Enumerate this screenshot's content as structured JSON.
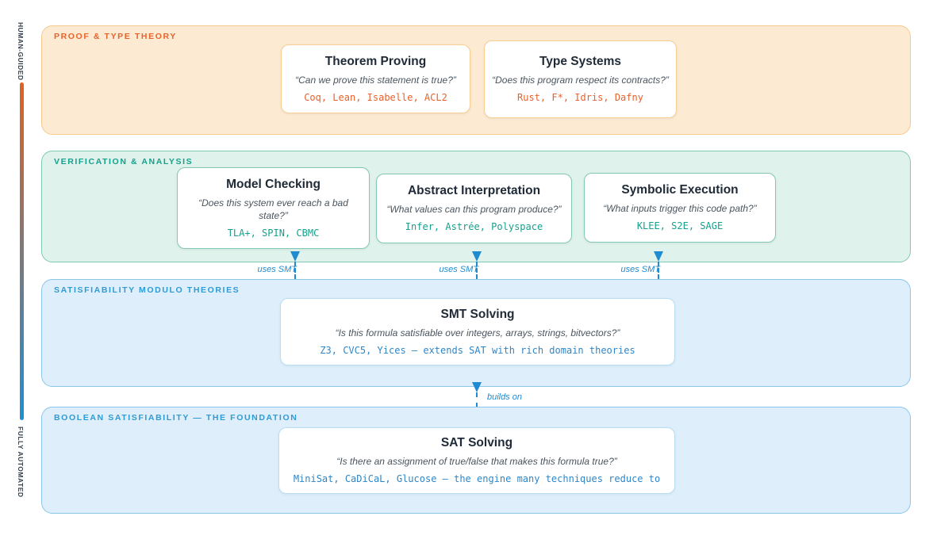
{
  "sidebar": {
    "top_label": "HUMAN-GUIDED",
    "bottom_label": "FULLY AUTOMATED"
  },
  "bands": [
    {
      "label": "PROOF & TYPE THEORY",
      "cards": [
        {
          "title": "Theorem Proving",
          "question": "“Can we prove this statement is true?”",
          "tools": "Coq, Lean, Isabelle, ACL2"
        },
        {
          "title": "Type Systems",
          "question": "“Does this program respect its contracts?”",
          "tools": "Rust, F*, Idris, Dafny"
        }
      ]
    },
    {
      "label": "VERIFICATION & ANALYSIS",
      "cards": [
        {
          "title": "Model Checking",
          "question": "“Does this system ever reach a bad state?”",
          "tools": "TLA+, SPIN, CBMC"
        },
        {
          "title": "Abstract Interpretation",
          "question": "“What values can this program produce?”",
          "tools": "Infer, Astrée, Polyspace"
        },
        {
          "title": "Symbolic Execution",
          "question": "“What inputs trigger this code path?”",
          "tools": "KLEE, S2E, SAGE"
        }
      ]
    },
    {
      "label": "SATISFIABILITY MODULO THEORIES",
      "cards": [
        {
          "title": "SMT Solving",
          "question": "“Is this formula satisfiable over integers, arrays, strings, bitvectors?”",
          "tools": "Z3, CVC5, Yices — extends SAT with rich domain theories"
        }
      ]
    },
    {
      "label": "BOOLEAN SATISFIABILITY — THE FOUNDATION",
      "cards": [
        {
          "title": "SAT Solving",
          "question": "“Is there an assignment of true/false that makes this formula true?”",
          "tools": "MiniSat, CaDiCaL, Glucose — the engine many techniques reduce to"
        }
      ]
    }
  ],
  "connectors": {
    "uses_smt": "uses SMT",
    "builds_on": "builds on"
  },
  "colors": {
    "accent_orange": "#E8622C",
    "accent_teal": "#17A08C",
    "accent_blue": "#2E9BD6",
    "tools_blue": "#2E86C8",
    "arrow_blue": "#1F8BD0",
    "band1_bg": "#FCEBD2",
    "band1_border": "#F6C98D",
    "band2_bg": "#DFF2EB",
    "band2_border": "#7FC8B4",
    "band3_bg": "#DEEFFB",
    "band3_border": "#8AC6EB",
    "card_border_orange": "#F8CE92",
    "card_border_teal": "#82C9B5",
    "card_border_blue": "#B9DFF5",
    "title_color": "#202B38",
    "question_color": "#4A545E",
    "sidebar_text": "#33404D",
    "grad_top": "#E0621F",
    "grad_bottom": "#1E8FD5"
  }
}
